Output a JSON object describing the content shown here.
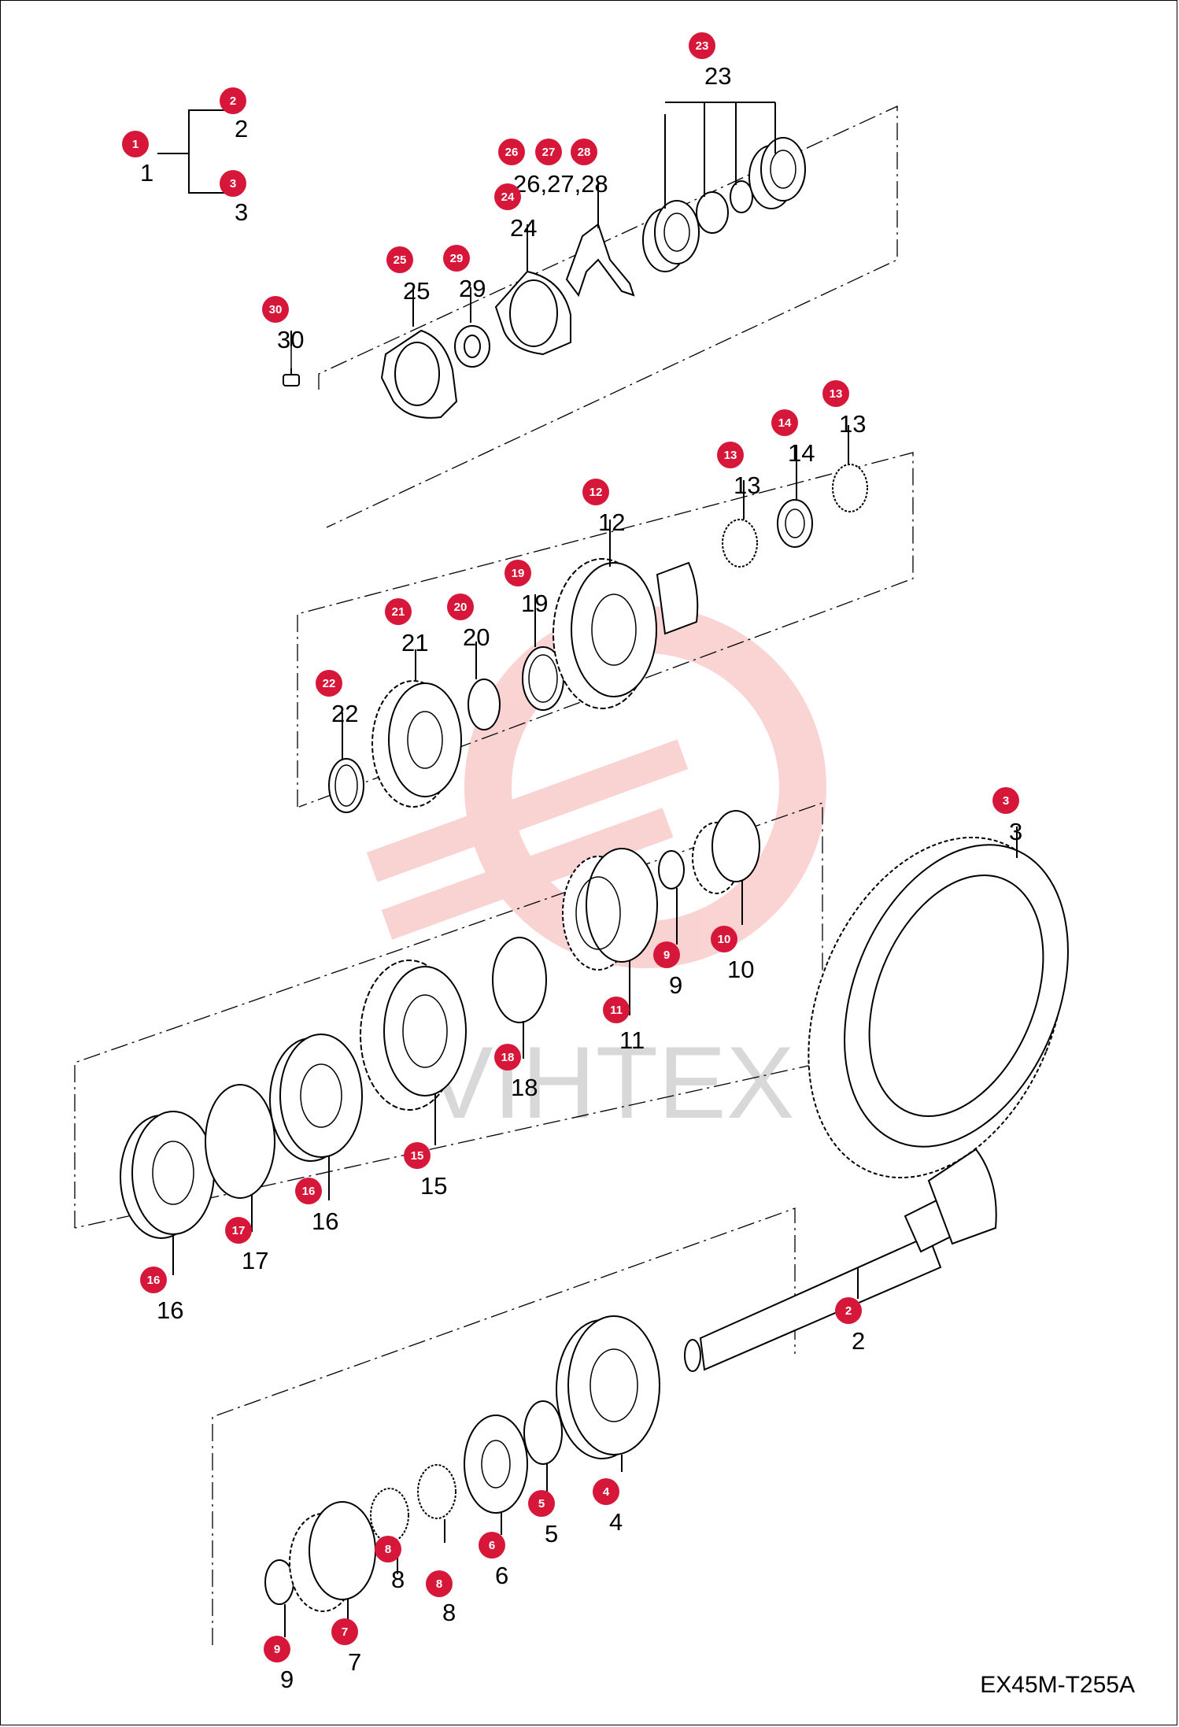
{
  "diagram": {
    "code": "EX45M-T255A",
    "watermark_text": "VIHTEX",
    "badge_color": "#d7173a",
    "watermark_color": "#f6b8b8",
    "callouts": [
      {
        "id": "c1",
        "badge": "1",
        "label": "1"
      },
      {
        "id": "c2",
        "badge": "2",
        "label": "2"
      },
      {
        "id": "c3",
        "badge": "3",
        "label": "3"
      },
      {
        "id": "c23",
        "badge": "23",
        "label": "23"
      },
      {
        "id": "c26",
        "badge": "26",
        "label": "26,27,28"
      },
      {
        "id": "c27",
        "badge": "27",
        "label": ""
      },
      {
        "id": "c28",
        "badge": "28",
        "label": ""
      },
      {
        "id": "c24",
        "badge": "24",
        "label": "24"
      },
      {
        "id": "c25",
        "badge": "25",
        "label": "25"
      },
      {
        "id": "c29",
        "badge": "29",
        "label": "29"
      },
      {
        "id": "c30",
        "badge": "30",
        "label": "30"
      },
      {
        "id": "c13a",
        "badge": "13",
        "label": "13"
      },
      {
        "id": "c14",
        "badge": "14",
        "label": "14"
      },
      {
        "id": "c13b",
        "badge": "13",
        "label": "13"
      },
      {
        "id": "c12",
        "badge": "12",
        "label": "12"
      },
      {
        "id": "c19",
        "badge": "19",
        "label": "19"
      },
      {
        "id": "c21",
        "badge": "21",
        "label": "21"
      },
      {
        "id": "c20",
        "badge": "20",
        "label": "20"
      },
      {
        "id": "c22",
        "badge": "22",
        "label": "22"
      },
      {
        "id": "c3b",
        "badge": "3",
        "label": "3"
      },
      {
        "id": "c10",
        "badge": "10",
        "label": "10"
      },
      {
        "id": "c9a",
        "badge": "9",
        "label": "9"
      },
      {
        "id": "c11",
        "badge": "11",
        "label": "11"
      },
      {
        "id": "c18",
        "badge": "18",
        "label": "18"
      },
      {
        "id": "c15",
        "badge": "15",
        "label": "15"
      },
      {
        "id": "c16a",
        "badge": "16",
        "label": "16"
      },
      {
        "id": "c17",
        "badge": "17",
        "label": "17"
      },
      {
        "id": "c16b",
        "badge": "16",
        "label": "16"
      },
      {
        "id": "c2b",
        "badge": "2",
        "label": "2"
      },
      {
        "id": "c4",
        "badge": "4",
        "label": "4"
      },
      {
        "id": "c5",
        "badge": "5",
        "label": "5"
      },
      {
        "id": "c6",
        "badge": "6",
        "label": "6"
      },
      {
        "id": "c8a",
        "badge": "8",
        "label": "8"
      },
      {
        "id": "c8b",
        "badge": "8",
        "label": "8"
      },
      {
        "id": "c7",
        "badge": "7",
        "label": "7"
      },
      {
        "id": "c9b",
        "badge": "9",
        "label": "9"
      }
    ]
  }
}
